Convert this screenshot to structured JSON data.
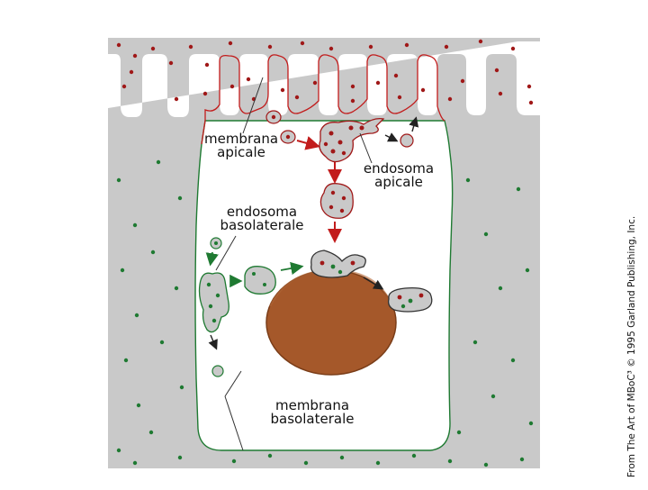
{
  "labels": {
    "apical_membrane": [
      "membrana",
      "apicale"
    ],
    "apical_endosome": [
      "endosoma",
      "apicale"
    ],
    "basolateral_endosome": [
      "endosoma",
      "basolaterale"
    ],
    "basolateral_membrane": [
      "membrana",
      "basolaterale"
    ]
  },
  "credit": "From The Art of MBoC³ © 1995 Garland Publishing, Inc.",
  "colors": {
    "cytoplasm_gray": "#c8c8c8",
    "apical_red": "#a01818",
    "basolateral_green": "#1f7a32",
    "nucleus_brown": "#a5582a",
    "cell_interior": "#ffffff"
  }
}
